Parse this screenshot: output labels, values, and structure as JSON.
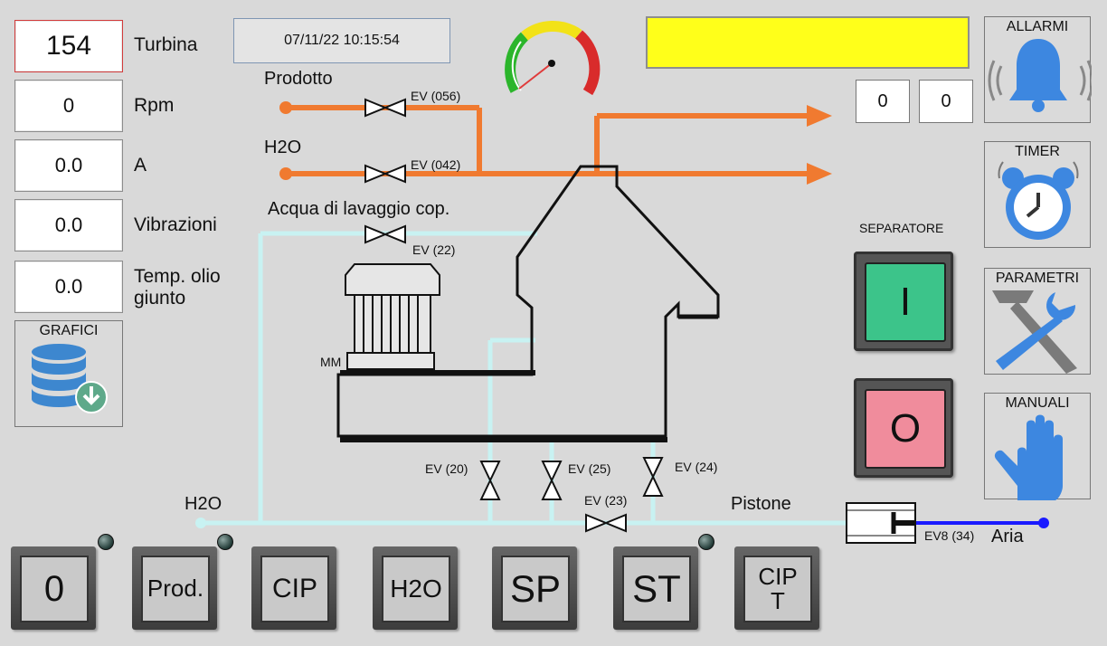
{
  "readouts": [
    {
      "value": "154",
      "label": "Turbina"
    },
    {
      "value": "0",
      "label": "Rpm"
    },
    {
      "value": "0.0",
      "label": "A"
    },
    {
      "value": "0.0",
      "label": "Vibrazioni"
    },
    {
      "value": "0.0",
      "label": "Temp. olio giunto"
    }
  ],
  "datetime": "07/11/22 10:15:54",
  "grafici_label": "GRAFICI",
  "alarm_bar_color": "#ffff1a",
  "counters": [
    "0",
    "0"
  ],
  "side_buttons": {
    "allarmi": "ALLARMI",
    "timer": "TIMER",
    "parametri": "PARAMETRI",
    "manuali": "MANUALI"
  },
  "separator": {
    "caption": "SEPARATORE",
    "on_label": "I",
    "off_label": "O",
    "on_color": "#3cc48a",
    "off_color": "#f08c9c"
  },
  "process": {
    "prodotto": "Prodotto",
    "h2o_top": "H2O",
    "acqua": "Acqua di lavaggio cop.",
    "h2o_bottom": "H2O",
    "pistone": "Pistone",
    "aria": "Aria",
    "motor": "MM",
    "valves": {
      "ev056": "EV (056)",
      "ev042": "EV (042)",
      "ev22": "EV (22)",
      "ev20": "EV (20)",
      "ev25": "EV (25)",
      "ev24": "EV (24)",
      "ev23": "EV (23)",
      "ev8": "EV8 (34)"
    },
    "colors": {
      "product_line": "#f07a30",
      "water_line": "#c8f2f2",
      "air_line": "#1a1aff"
    }
  },
  "bottom_buttons": [
    "0",
    "Prod.",
    "CIP",
    "H2O",
    "SP",
    "ST",
    "CIP T"
  ]
}
